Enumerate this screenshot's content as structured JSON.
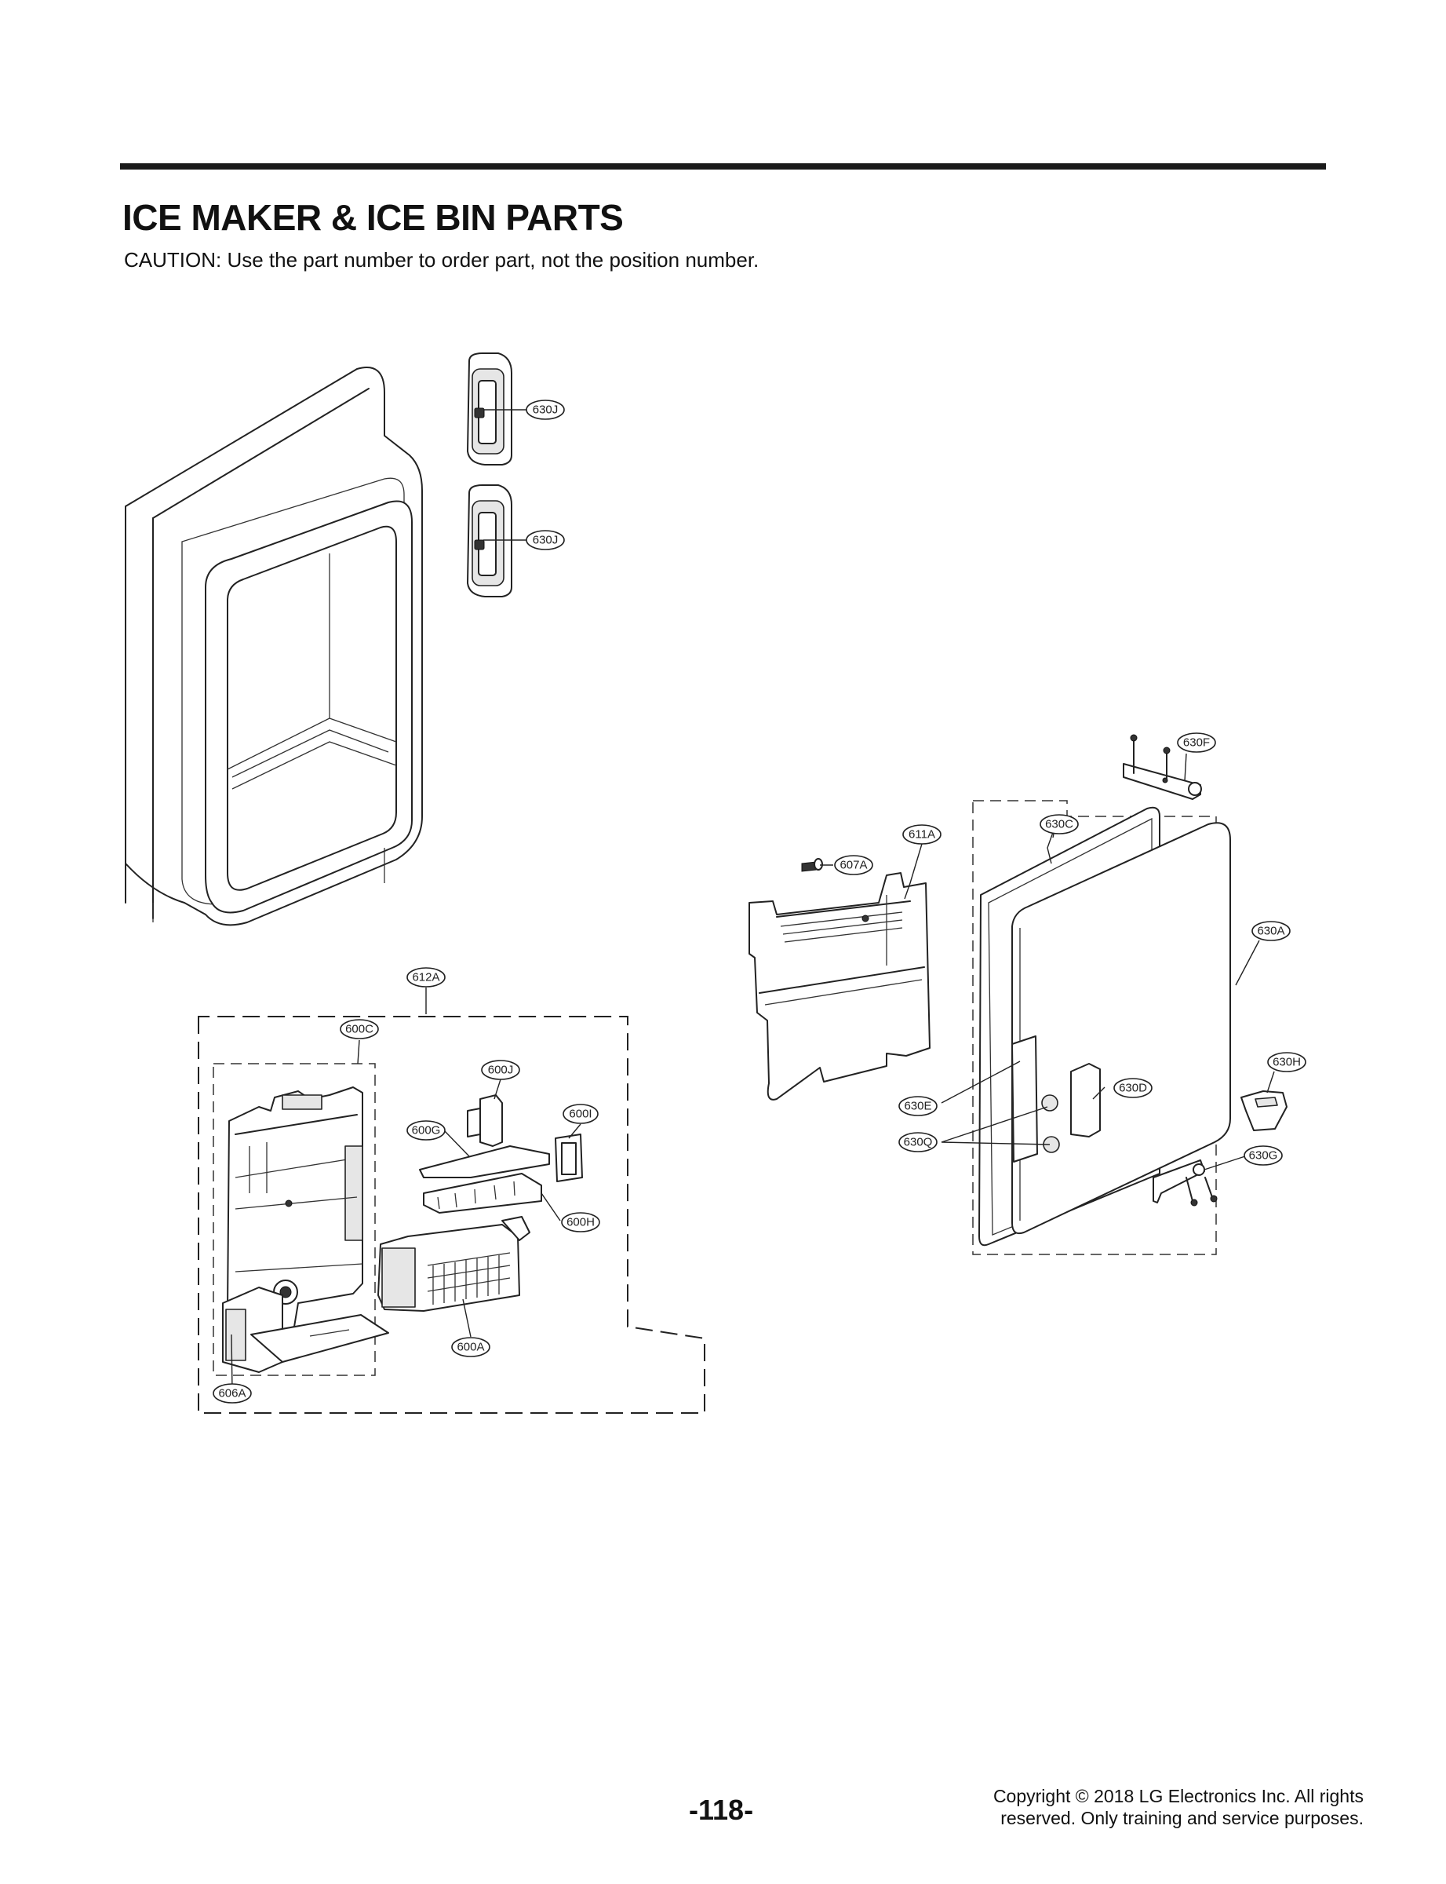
{
  "header": {
    "title": "ICE MAKER & ICE BIN PARTS",
    "caution": "CAUTION: Use the part number to order part, not the position number."
  },
  "callouts": {
    "630J_top": "630J",
    "630J_bottom": "630J",
    "630F": "630F",
    "630C": "630C",
    "611A": "611A",
    "607A": "607A",
    "630A": "630A",
    "612A": "612A",
    "600C": "600C",
    "600J": "600J",
    "600I": "600I",
    "600G": "600G",
    "600H": "600H",
    "600A": "600A",
    "606A": "606A",
    "630H": "630H",
    "630D": "630D",
    "630E": "630E",
    "630Q": "630Q",
    "630G": "630G"
  },
  "footer": {
    "page_number": "-118-",
    "copyright_line1": "Copyright © 2018 LG Electronics Inc. All rights",
    "copyright_line2": "reserved. Only training and service purposes."
  }
}
